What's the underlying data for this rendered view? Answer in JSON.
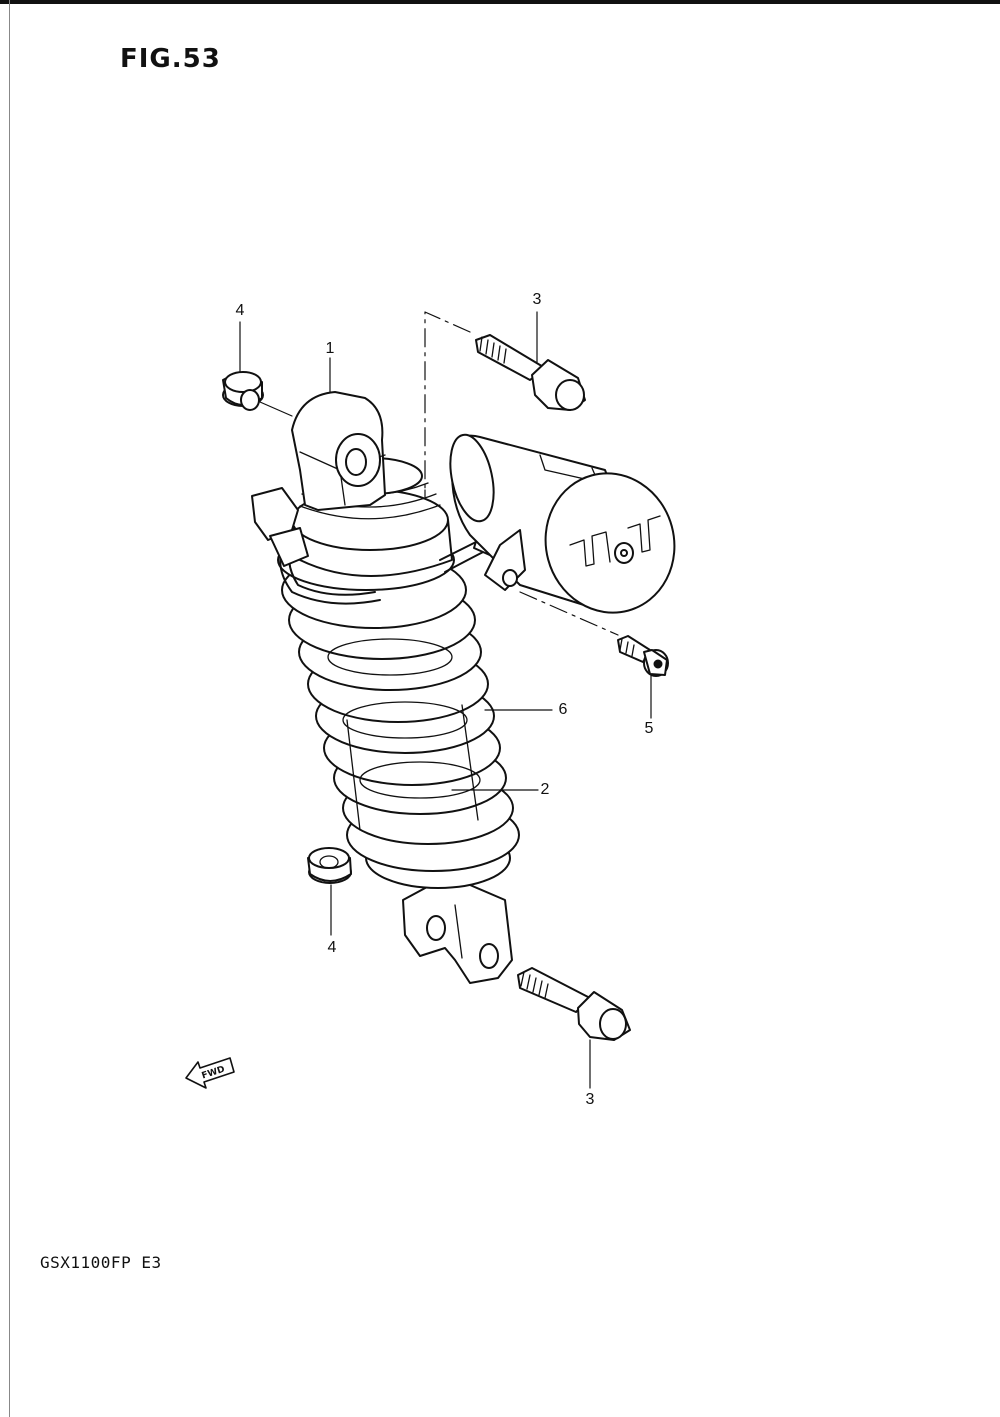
{
  "figure": {
    "title": "FIG.53",
    "model_code": "GSX1100FP  E3"
  },
  "fwd_label": "FWD",
  "callouts": {
    "c1": "1",
    "c2": "2",
    "c3_top": "3",
    "c3_bottom": "3",
    "c4_top": "4",
    "c4_bottom": "4",
    "c5": "5",
    "c6": "6"
  }
}
